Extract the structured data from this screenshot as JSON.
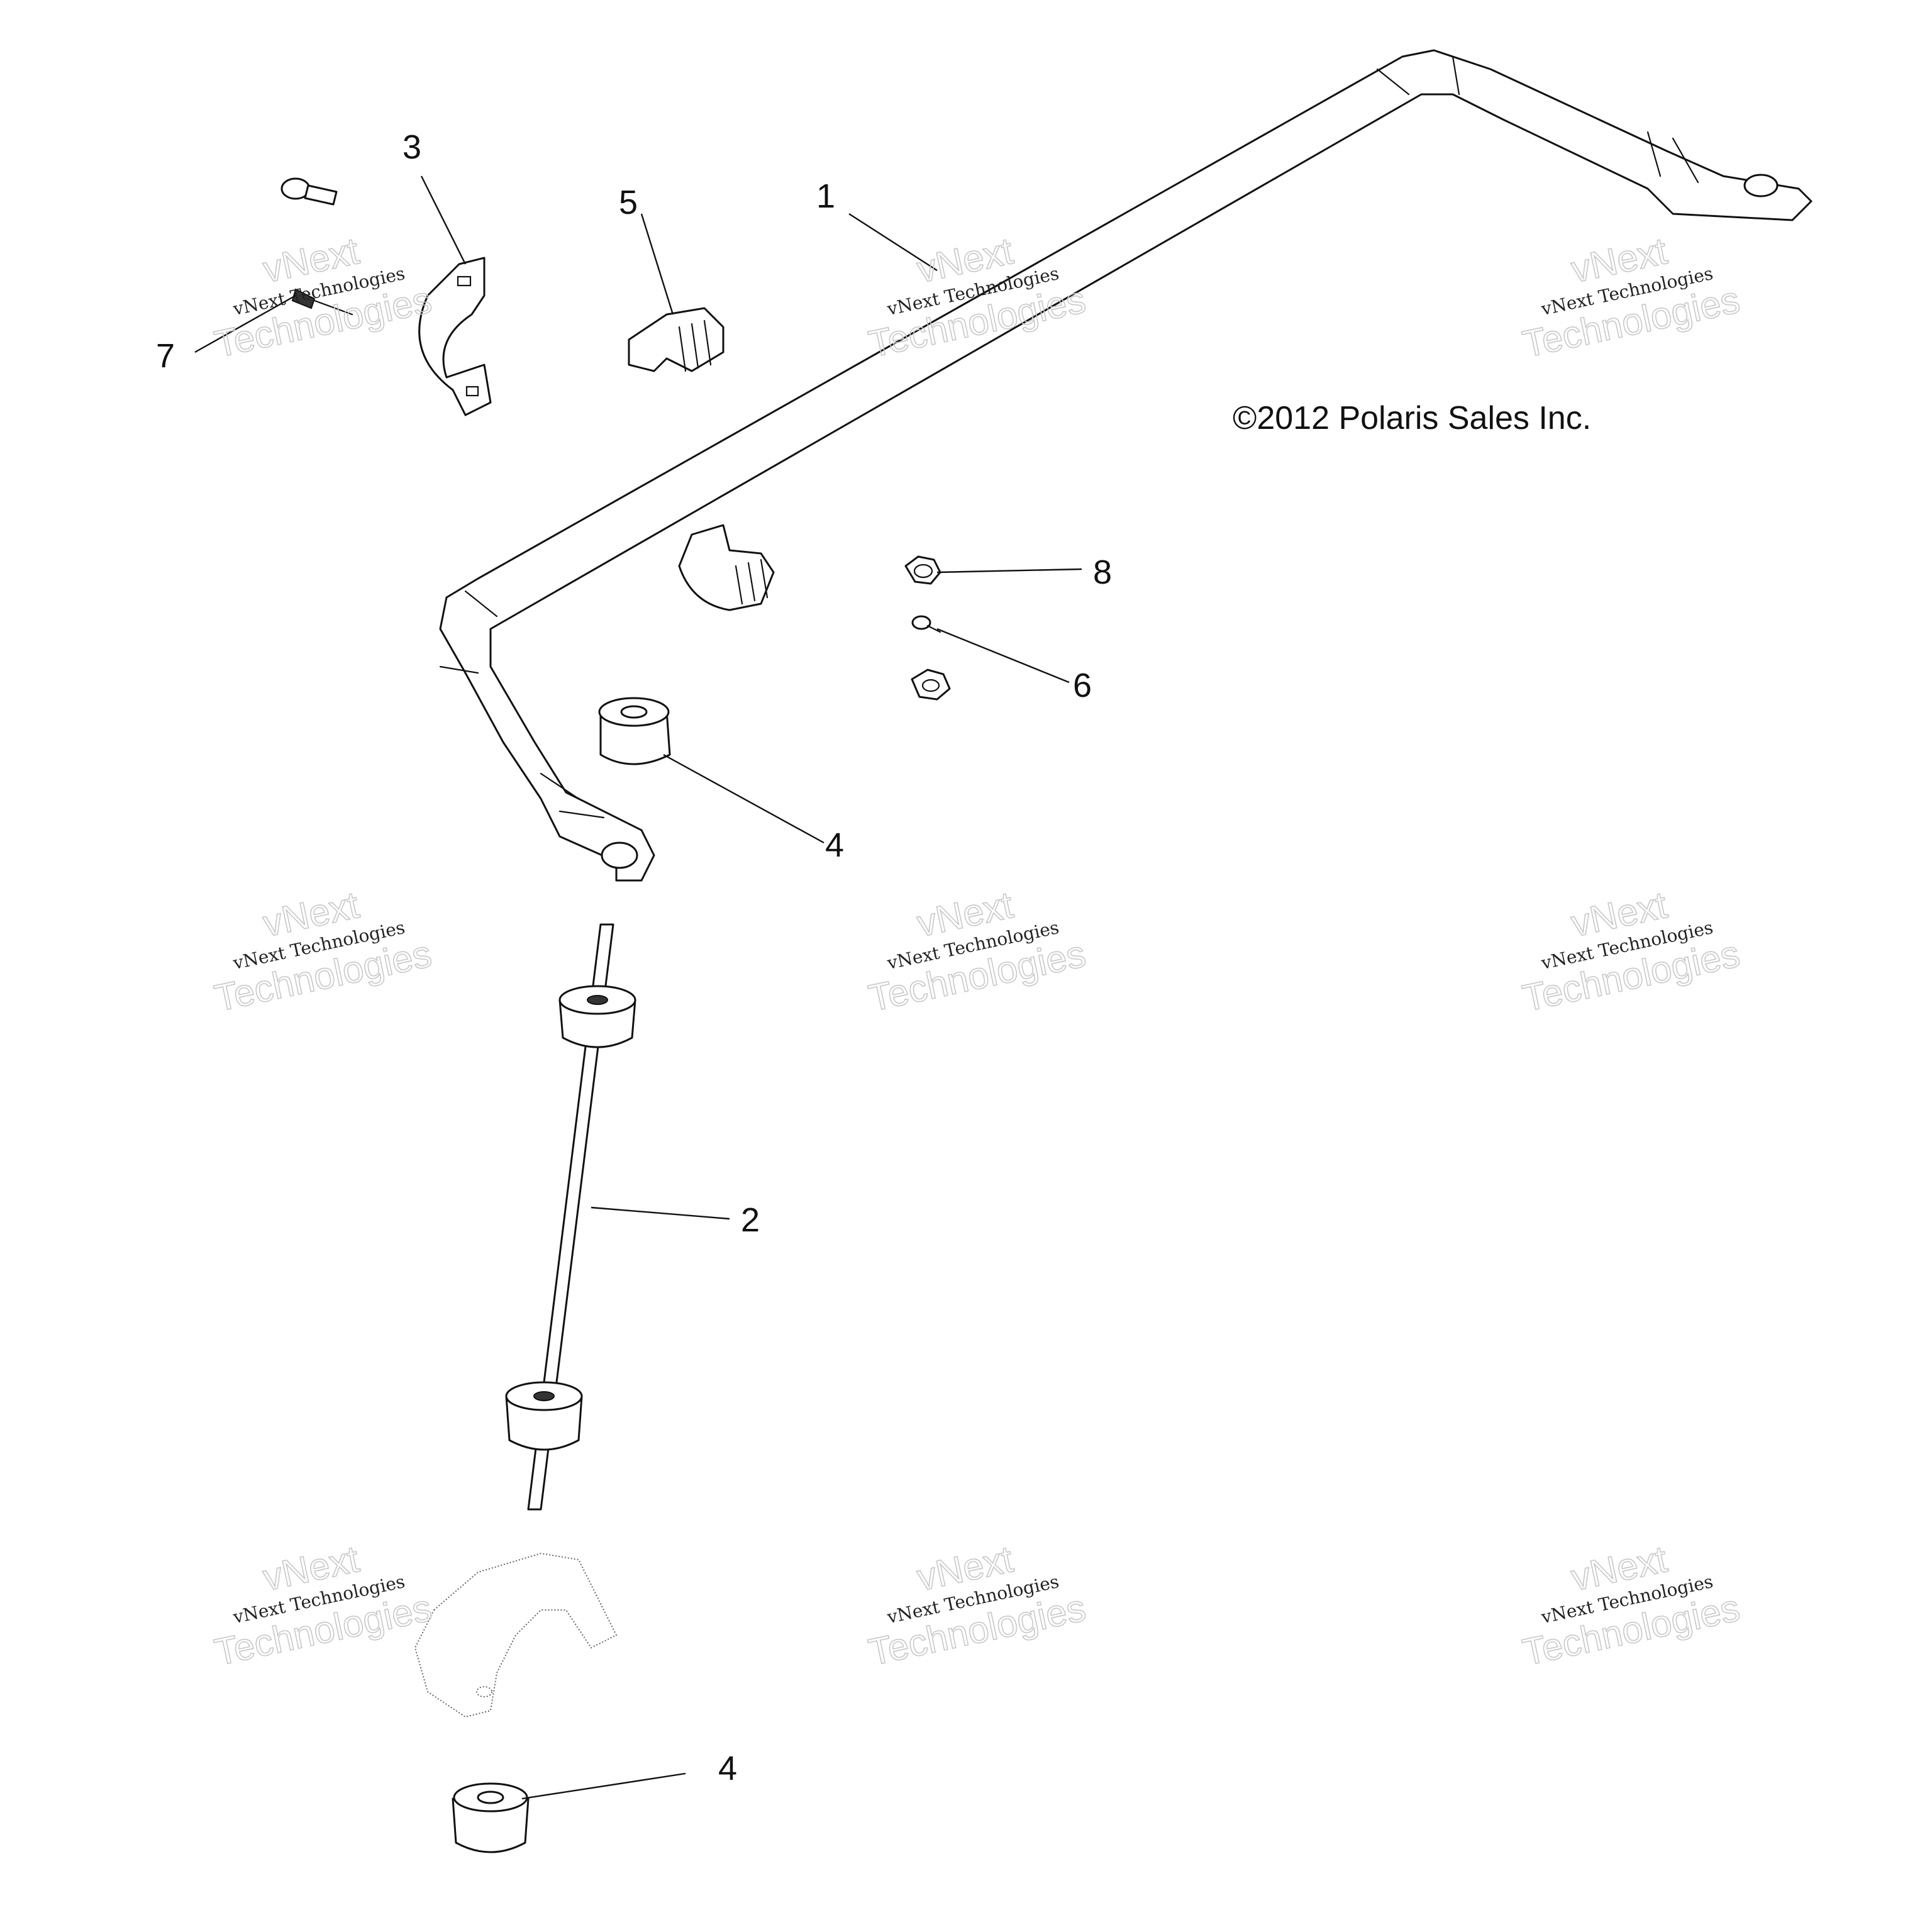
{
  "diagram": {
    "copyright": "©2012 Polaris Sales Inc.",
    "callouts": [
      {
        "id": "1",
        "label": "1"
      },
      {
        "id": "2",
        "label": "2"
      },
      {
        "id": "3",
        "label": "3"
      },
      {
        "id": "4a",
        "label": "4"
      },
      {
        "id": "4b",
        "label": "4"
      },
      {
        "id": "5",
        "label": "5"
      },
      {
        "id": "6",
        "label": "6"
      },
      {
        "id": "7",
        "label": "7"
      },
      {
        "id": "8",
        "label": "8"
      }
    ],
    "watermark": {
      "line1": "vNext",
      "line2": "vNext Technologies",
      "line3": "Technologies"
    }
  }
}
